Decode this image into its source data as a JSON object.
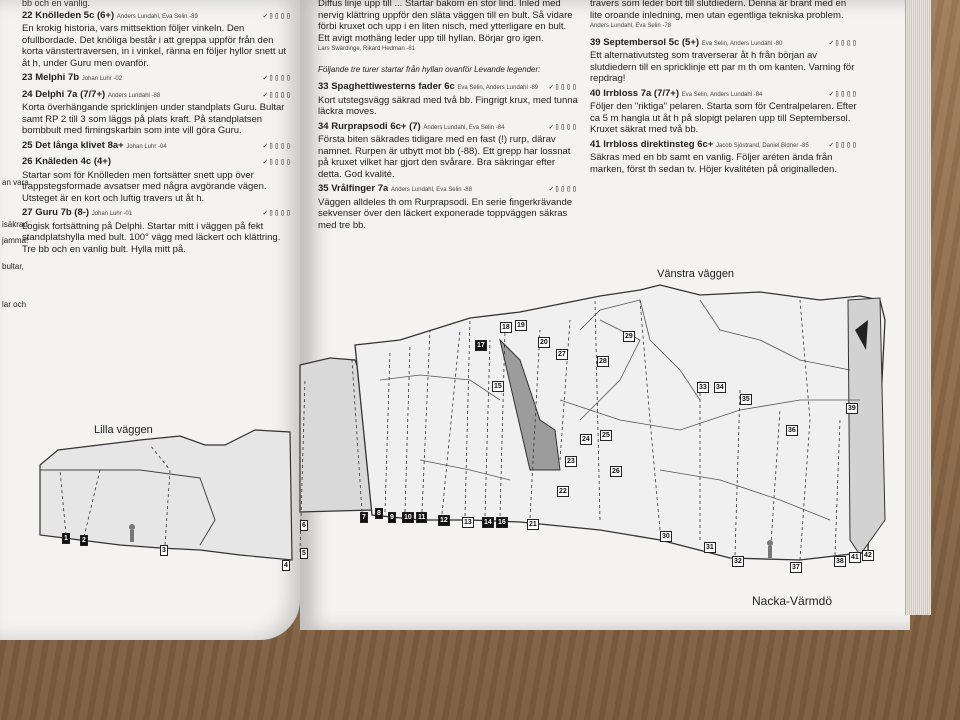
{
  "left_page": {
    "top_line": "bb och en vanlig.",
    "routes": [
      {
        "num": "22",
        "name": "Knölleden",
        "grade": "5c (6+)",
        "meta": "Anders Lundahl, Eva Selin -89",
        "text": "En krokig historia, vars mittsektion följer vinkeln. Den ofullbordade. Det knöliga består i att greppa uppför från den korta vänstertraversen, in i vinkel, ränna en följer hyllor snett ut åt h, under Guru men ovanför."
      },
      {
        "num": "23",
        "name": "Melphi",
        "grade": "7b",
        "meta": "Johan Luhr -02",
        "text": ""
      },
      {
        "num": "24",
        "name": "Delphi",
        "grade": "7a (7/7+)",
        "meta": "Anders Lundahl -88",
        "text": "Korta överhängande spricklinjen under standplats Guru. Bultar samt RP 2 till 3 som läggs på plats kraft. På standplatsen bombbult med firningskarbin som inte vill göra Guru."
      },
      {
        "num": "25",
        "name": "Det långa klivet",
        "grade": "8a+",
        "meta": "Johan Luhr -04",
        "text": ""
      },
      {
        "num": "26",
        "name": "Knäleden",
        "grade": "4c (4+)",
        "meta": "",
        "text": "Startar som för Knölleden men fortsätter snett upp över trappstegsformade avsatser med några avgörande vägen. Utsteget är en kort och luftig travers ut åt h."
      },
      {
        "num": "27",
        "name": "Guru",
        "grade": "7b (8-)",
        "meta": "Johan Luhr -01",
        "text": "Logisk fortsättning på Delphi. Startar mitt i väggen på fekt standplatshylla med bult. 100° vägg med läckert och klättring. Tre bb och en vanlig bult. Hylla mitt på."
      }
    ],
    "margin_stubs": [
      "an vara",
      "isäkrad",
      "jamma!",
      "bultar,",
      "lar och"
    ]
  },
  "mid_column": {
    "intro": "Diffus linje upp till ... Startar bakom en stor lind. Inled med nervig klättring uppför den släta väggen till en bult. Så vidare förbi kruxet och upp i en liten nisch, med ytterligare en bult. Ett avigt mothäng leder upp till hyllan. Börjar gro igen.",
    "intro_meta": "Lars Swärdinge, Rikard Hedman -81",
    "note": "Följande tre turer startar från hyllan ovanför Levande legender:",
    "routes": [
      {
        "num": "33",
        "name": "Spaghettiwesterns fader",
        "grade": "6c",
        "meta": "Eva Selin, Anders Lundahl -89",
        "text": "Kort utstegsvägg säkrad med två bb. Fingrigt krux, med tunna läckra moves."
      },
      {
        "num": "34",
        "name": "Rurprapsodi",
        "grade": "6c+ (7)",
        "meta": "Anders Lundahl, Eva Selin -84",
        "text": "Första biten säkrades tidigare med en fast (!) rurp, därav namnet. Rurpen är utbytt mot bb (-88). Ett grepp har lossnat på kruxet vilket har gjort den svårare. Bra säkringar efter detta. God kvalité."
      },
      {
        "num": "35",
        "name": "Vrålfinger",
        "grade": "7a",
        "meta": "Anders Lundahl, Eva Selin -88",
        "text": "Väggen alldeles th om Rurprapsodi. En serie fingerkrävande sekvenser över den läckert exponerade toppväggen säkras med tre bb."
      }
    ]
  },
  "right_column": {
    "intro": "travers som leder bort till slutdiedern. Denna är brant med en lite oroande inledning, men utan egentliga tekniska problem.",
    "intro_meta": "Anders Lundahl, Eva Selin -78",
    "routes": [
      {
        "num": "39",
        "name": "Septembersol",
        "grade": "5c (5+)",
        "meta": "Eva Selin, Anders Lundahl -80",
        "text": "Ett alternativutsteg som traverserar åt h från början av slutdiedern till en spricklinje ett par m th om kanten. Varning för repdrag!"
      },
      {
        "num": "40",
        "name": "Irrbloss",
        "grade": "7a (7/7+)",
        "meta": "Eva Selin, Anders Lundahl -84",
        "text": "Följer den \"riktiga\" pelaren. Starta som för Centralpelaren. Efter ca 5 m hangla ut åt h på slopigt pelaren upp till Septembersol. Kruxet säkrat med två bb."
      },
      {
        "num": "41",
        "name": "Irrbloss direktinsteg",
        "grade": "6c+",
        "meta": "Jacob Sjöstrand, Daniel Bidner -85",
        "text": "Säkras med en bb samt en vanlig. Följer aréten ända från marken, först th sedan tv. Höjer kvalitéten på originalleden."
      }
    ]
  },
  "topo": {
    "label_left": "Lilla väggen",
    "label_right": "Vänstra väggen",
    "route_markers": [
      "1",
      "2",
      "3",
      "4",
      "5",
      "6",
      "7",
      "8",
      "9",
      "10",
      "11",
      "12",
      "13",
      "14",
      "15",
      "16",
      "17",
      "18",
      "19",
      "20",
      "21",
      "22",
      "23",
      "24",
      "25",
      "26",
      "27",
      "28",
      "29",
      "30",
      "31",
      "32",
      "33",
      "34",
      "35",
      "36",
      "37",
      "38",
      "39",
      "41",
      "42"
    ]
  },
  "footer": "Nacka-Värmdö"
}
